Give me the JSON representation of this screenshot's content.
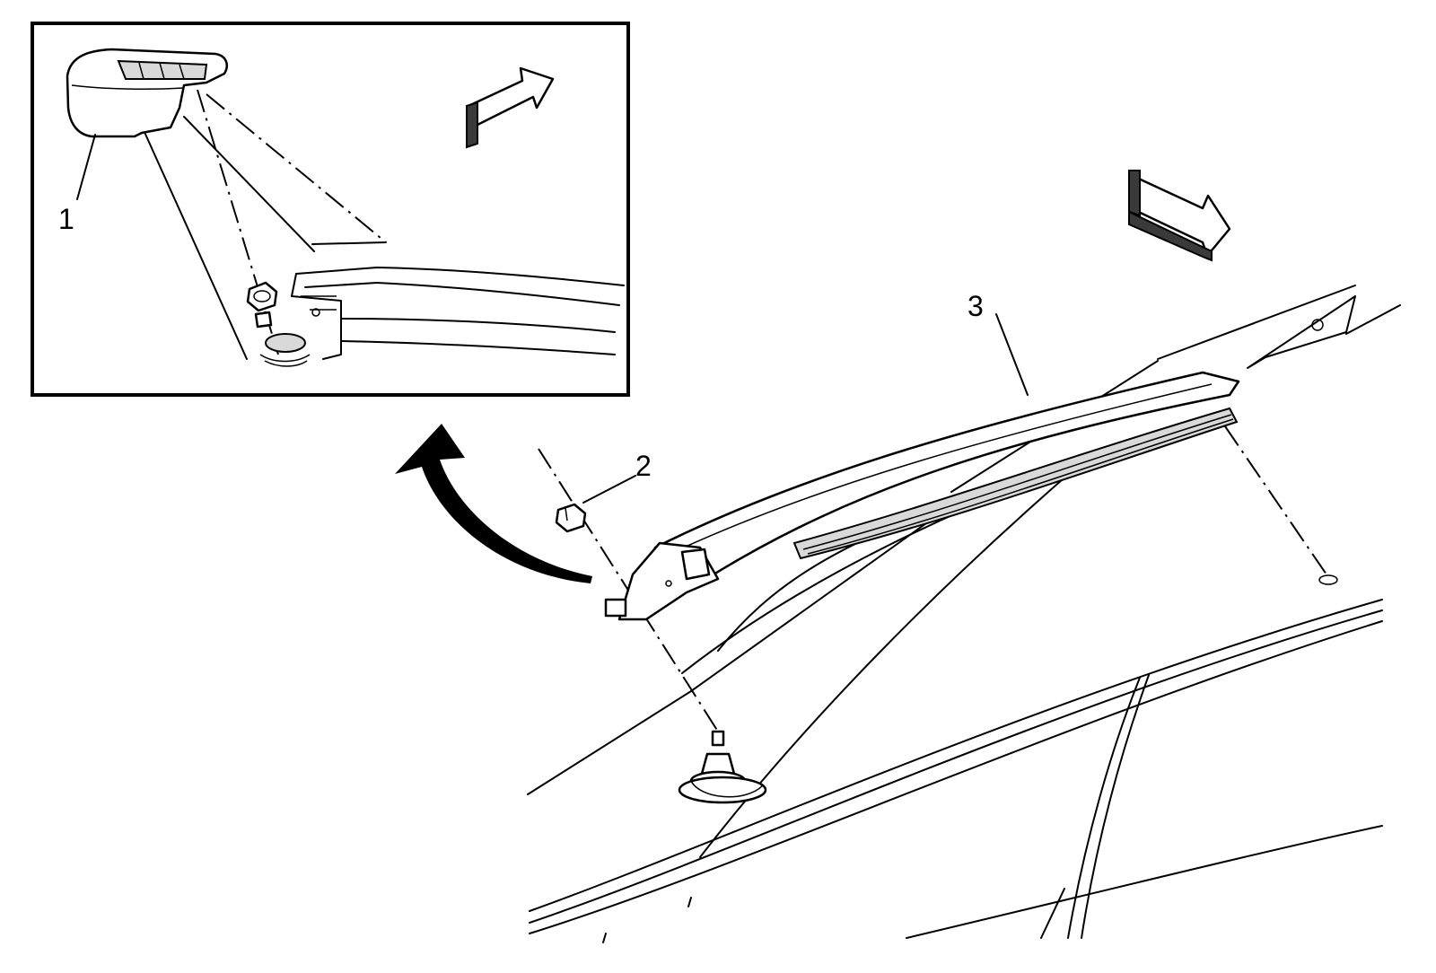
{
  "diagram": {
    "callouts": [
      {
        "id": "1",
        "label": "1"
      },
      {
        "id": "2",
        "label": "2"
      },
      {
        "id": "3",
        "label": "3"
      }
    ],
    "colors": {
      "line": "#000000",
      "background": "#ffffff",
      "shade": "#d9d9d9"
    }
  }
}
